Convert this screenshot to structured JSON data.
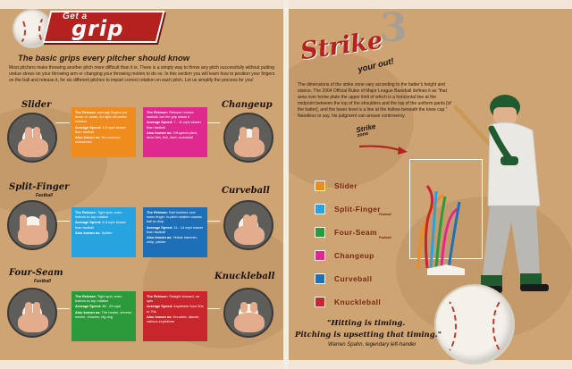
{
  "left": {
    "banner": {
      "get": "Get a",
      "grip": "grip"
    },
    "subtitle": "The basic grips every pitcher should know",
    "intro": "Most pitchers make throwing another pitch more difficult than it is. There is a simply way to throw any pitch successfully without putting undue stress on your throwing arm or changing your throwing motion to do so. In this section you will learn how to position your fingers on the ball and release it, for six different pitches to impart correct rotation on each pitch. Let us simplify the process for you!",
    "grips": [
      {
        "name": "Slider",
        "sub": "",
        "color": "#f08b1e",
        "release_label": "The Release:",
        "release": "average fingers put down on seam, for tight off-center rotation",
        "speed_label": "Average Speed:",
        "speed": "4-5 mph slower than fastball",
        "aka_label": "Also known as:",
        "aka": "No common nicknames"
      },
      {
        "name": "Changeup",
        "sub": "",
        "color": "#e0298f",
        "release_label": "The Release:",
        "release": "Release mimics fastball, but the grip slows it",
        "speed_label": "Average Speed:",
        "speed": "7 - 11 mph slower than fastball",
        "aka_label": "Also known as:",
        "aka": "Off-speed pitch, dead fish, fish, slurt, screwball"
      },
      {
        "name": "Split-Finger",
        "sub": "Fastball",
        "color": "#27a4df",
        "release_label": "The Release:",
        "release": "Tight spin, even bottom-to-top rotation",
        "speed_label": "Average Speed:",
        "speed": "4-5 mph slower than fastball",
        "aka_label": "Also known as:",
        "aka": "Splitter"
      },
      {
        "name": "Curveball",
        "sub": "",
        "color": "#1d70b8",
        "release_label": "The Release:",
        "release": "Ball tumbles over index finger, in-pitch rotation causes ball to drop",
        "speed_label": "Average Speed:",
        "speed": "11 - 14 mph slower than fastball",
        "aka_label": "Also known as:",
        "aka": "Yellow hammer, whip, yakker"
      },
      {
        "name": "Four-Seam",
        "sub": "Fastball",
        "color": "#2b9a3a",
        "release_label": "The Release:",
        "release": "Tight spin, even bottom-to-top rotation",
        "speed_label": "Average Speed:",
        "speed": "85 - 93 mph",
        "aka_label": "Also known as:",
        "aka": "The heater, cheese, smoke, chucker, big dog"
      },
      {
        "name": "Knuckleball",
        "sub": "",
        "color": "#c8262c",
        "release_label": "The Release:",
        "release": "Straight forward, no spin",
        "speed_label": "Average Speed:",
        "speed": "Anywhere from 50s to 70s",
        "aka_label": "Also known as:",
        "aka": "Knuckler, dancer, various expletives"
      }
    ]
  },
  "right": {
    "title_strike": "Strike",
    "title_number": "3",
    "title_out": "your out!",
    "intro": "The dimensions of the strike zone vary according to the batter's height and stance. The 2004 Official Rules of Major League Baseball defines it as \"that area over home plate the upper limit of which is a horizontal line at the midpoint between the top of the shoulders and the top of the uniform pants [of the batter], and the lower level is a line at the hollow beneath the knee cap.\" Needless to say, his judgment can arouse controversy.",
    "zone_label": "Strike",
    "zone_label_sub": "zone",
    "pitches": [
      {
        "name": "Slider",
        "sub": "",
        "color": "#f08b1e"
      },
      {
        "name": "Split-Finger",
        "sub": "Fastball",
        "color": "#27a4df"
      },
      {
        "name": "Four-Seam",
        "sub": "Fastball",
        "color": "#2b9a3a"
      },
      {
        "name": "Changeup",
        "sub": "",
        "color": "#e0298f"
      },
      {
        "name": "Curveball",
        "sub": "",
        "color": "#1d70b8"
      },
      {
        "name": "Knuckleball",
        "sub": "",
        "color": "#c8262c"
      }
    ],
    "quote_line1": "\"Hitting is timing.",
    "quote_line2": "Pitching is upsetting that timing.\"",
    "quote_attr": "Warren Spahn, legendary left-hander"
  }
}
